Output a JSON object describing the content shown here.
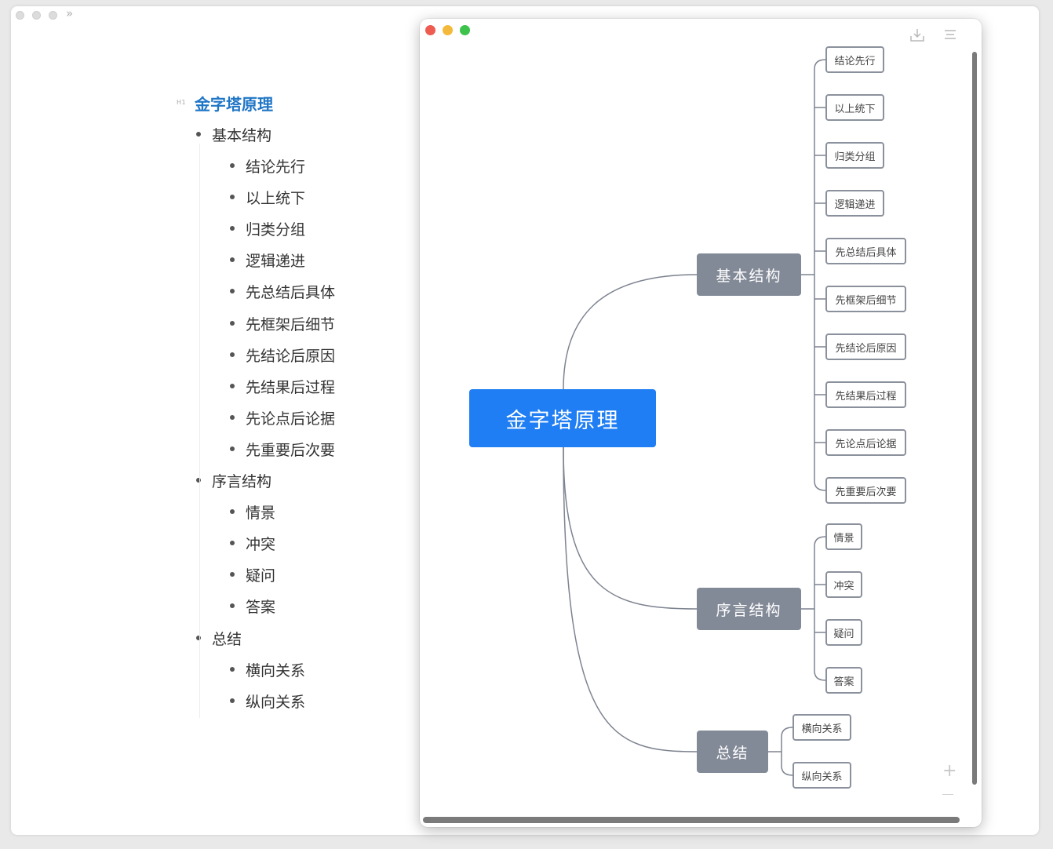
{
  "outline": {
    "heading_tag": "H1",
    "title": "金字塔原理",
    "sections": [
      {
        "label": "基本结构",
        "items": [
          "结论先行",
          "以上统下",
          "归类分组",
          "逻辑递进",
          "先总结后具体",
          "先框架后细节",
          "先结论后原因",
          "先结果后过程",
          "先论点后论据",
          "先重要后次要"
        ]
      },
      {
        "label": "序言结构",
        "items": [
          "情景",
          "冲突",
          "疑问",
          "答案"
        ]
      },
      {
        "label": "总结",
        "items": [
          "横向关系",
          "纵向关系"
        ]
      }
    ]
  },
  "mindmap": {
    "root": "金字塔原理",
    "branches": [
      {
        "label": "基本结构",
        "leaves": [
          "结论先行",
          "以上统下",
          "归类分组",
          "逻辑递进",
          "先总结后具体",
          "先框架后细节",
          "先结论后原因",
          "先结果后过程",
          "先论点后论据",
          "先重要后次要"
        ]
      },
      {
        "label": "序言结构",
        "leaves": [
          "情景",
          "冲突",
          "疑问",
          "答案"
        ]
      },
      {
        "label": "总结",
        "leaves": [
          "横向关系",
          "纵向关系"
        ]
      }
    ],
    "toolbar": {
      "export_icon": "download-icon",
      "menu_icon": "menu-icon"
    },
    "zoom": {
      "in_icon": "plus-icon",
      "out_icon": "minus-icon"
    }
  },
  "colors": {
    "root_fill": "#1f7ef3",
    "branch_fill": "#838a97",
    "leaf_border": "#8b919c",
    "connector": "#7d8390",
    "title_blue": "#1f75c6"
  }
}
